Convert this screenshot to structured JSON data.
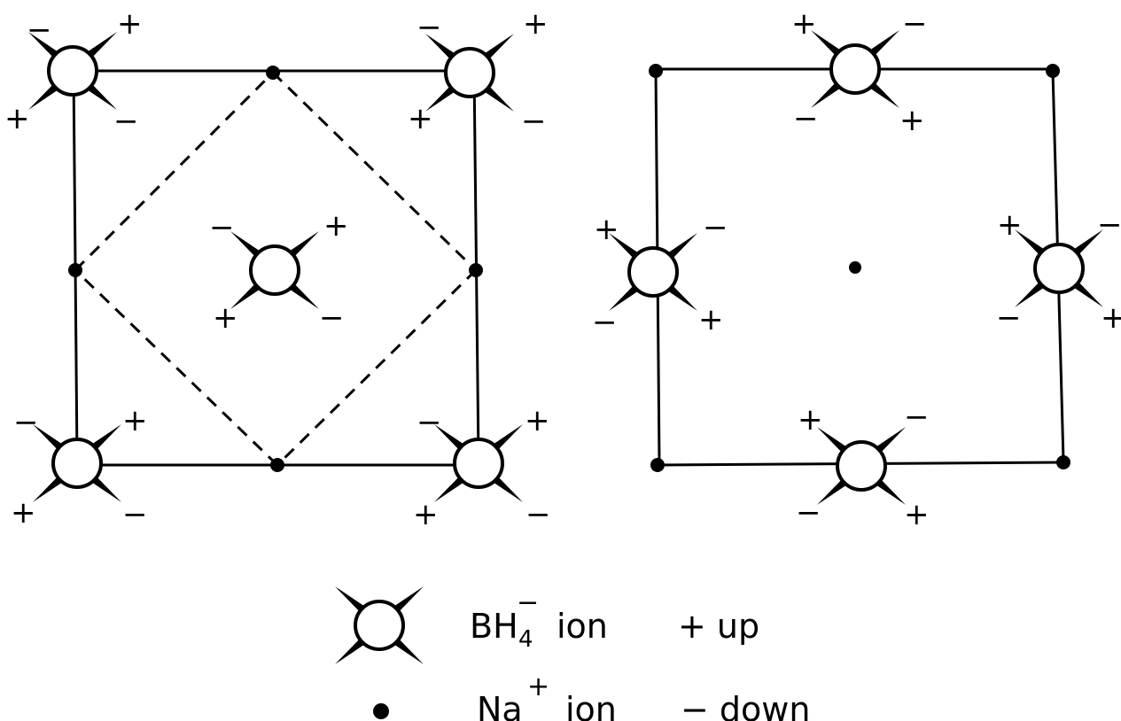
{
  "symbols": {
    "plus": "+",
    "minus": "−"
  },
  "legend": {
    "bh4_prefix": "BH",
    "bh4_subscript": "4",
    "bh4_superscript": "−",
    "bh4_word": "ion",
    "na_prefix": "Na",
    "na_superscript": "+",
    "na_word": "ion",
    "up_label": "+ up",
    "down_label": "− down"
  },
  "colors": {
    "ink": "#000000",
    "paper": "#ffffff"
  }
}
